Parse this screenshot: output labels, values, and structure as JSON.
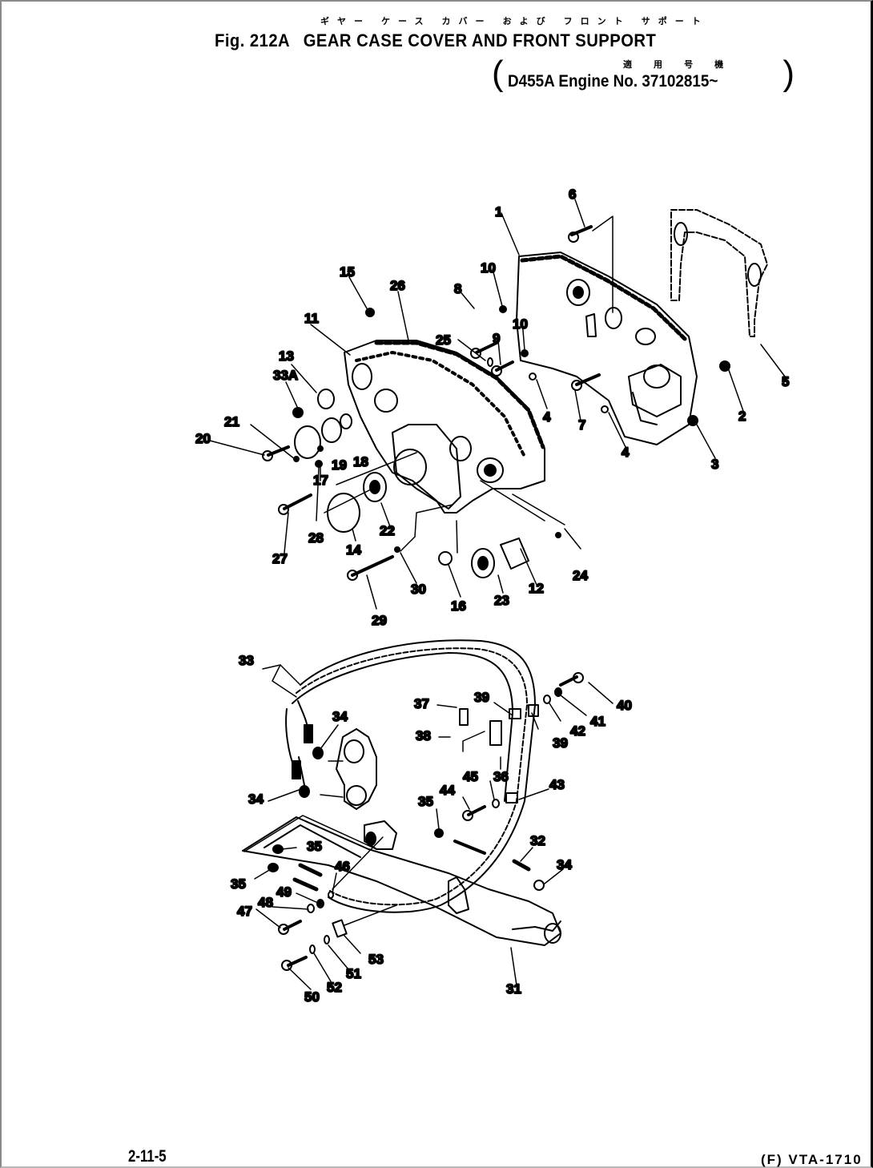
{
  "header": {
    "japanese_title": "ギヤー ケース カバー および フロント サポート",
    "figure_number": "Fig. 212A",
    "title": "GEAR CASE COVER AND FRONT SUPPORT",
    "applicability_kanji": "適 用 号 機",
    "applicability": "D455A Engine No. 37102815~"
  },
  "callouts": {
    "c1": "1",
    "c2": "2",
    "c3": "3",
    "c4a": "4",
    "c4b": "4",
    "c5": "5",
    "c6": "6",
    "c7": "7",
    "c8": "8",
    "c9": "9",
    "c10a": "10",
    "c10b": "10",
    "c11": "11",
    "c12": "12",
    "c13": "13",
    "c14": "14",
    "c15": "15",
    "c16": "16",
    "c17": "17",
    "c18": "18",
    "c19": "19",
    "c20": "20",
    "c21": "21",
    "c22": "22",
    "c23": "23",
    "c24": "24",
    "c25": "25",
    "c26": "26",
    "c27": "27",
    "c28": "28",
    "c29": "29",
    "c30": "30",
    "c31": "31",
    "c32": "32",
    "c33": "33",
    "c33a": "33A",
    "c34a": "34",
    "c34b": "34",
    "c34c": "34",
    "c35a": "35",
    "c35b": "35",
    "c35c": "35",
    "c36": "36",
    "c37": "37",
    "c38": "38",
    "c39a": "39",
    "c39b": "39",
    "c40": "40",
    "c41": "41",
    "c42": "42",
    "c43": "43",
    "c44": "44",
    "c45": "45",
    "c46": "46",
    "c47": "47",
    "c48": "48",
    "c49": "49",
    "c50": "50",
    "c51": "51",
    "c52": "52",
    "c53": "53"
  },
  "footer": {
    "page_code": "2-11-5",
    "drawing_code": "(F) VTA-1710"
  }
}
